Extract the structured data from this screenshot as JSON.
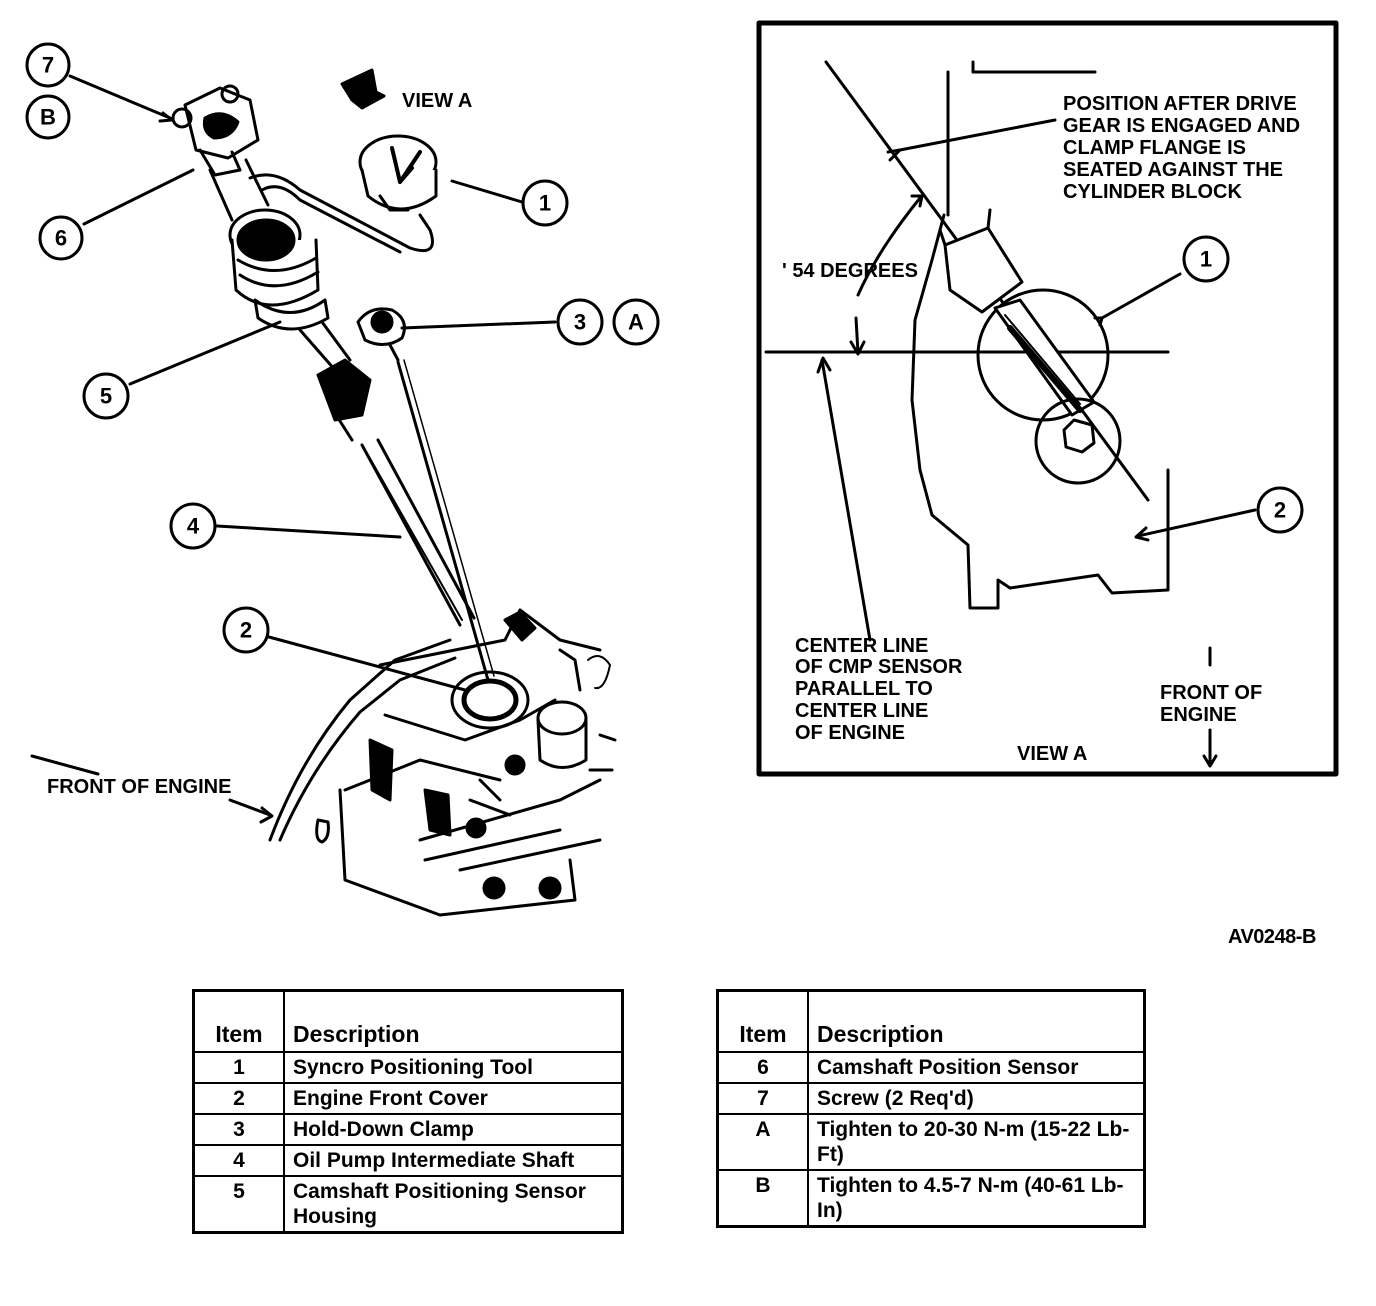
{
  "left_view": {
    "view_a_label": "VIEW A",
    "front_of_engine": "FRONT OF ENGINE",
    "callouts": [
      "7",
      "B",
      "6",
      "1",
      "3",
      "A",
      "5",
      "4",
      "2"
    ]
  },
  "view_a_panel": {
    "position_note": [
      "POSITION AFTER DRIVE",
      "GEAR IS ENGAGED AND",
      "CLAMP FLANGE IS",
      "SEATED AGAINST THE",
      "CYLINDER BLOCK"
    ],
    "angle_label": "' 54 DEGREES",
    "center_line_note": [
      "CENTER LINE",
      "OF CMP SENSOR",
      "PARALLEL TO",
      "CENTER LINE",
      "OF ENGINE"
    ],
    "front_of_engine": [
      "FRONT OF",
      "ENGINE"
    ],
    "title": "VIEW A",
    "callouts": [
      "1",
      "2"
    ]
  },
  "figure_id": "AV0248-B",
  "legend_left": {
    "headers": [
      "Item",
      "Description"
    ],
    "rows": [
      {
        "item": "1",
        "description": "Syncro Positioning Tool"
      },
      {
        "item": "2",
        "description": "Engine Front Cover"
      },
      {
        "item": "3",
        "description": "Hold-Down Clamp"
      },
      {
        "item": "4",
        "description": "Oil Pump Intermediate Shaft"
      },
      {
        "item": "5",
        "description": "Camshaft Positioning Sensor Housing"
      }
    ]
  },
  "legend_right": {
    "headers": [
      "Item",
      "Description"
    ],
    "rows": [
      {
        "item": "6",
        "description": "Camshaft Position Sensor"
      },
      {
        "item": "7",
        "description": "Screw (2 Req'd)"
      },
      {
        "item": "A",
        "description": "Tighten to 20-30 N-m (15-22 Lb-Ft)"
      },
      {
        "item": "B",
        "description": "Tighten to 4.5-7 N-m (40-61 Lb-In)"
      }
    ]
  }
}
